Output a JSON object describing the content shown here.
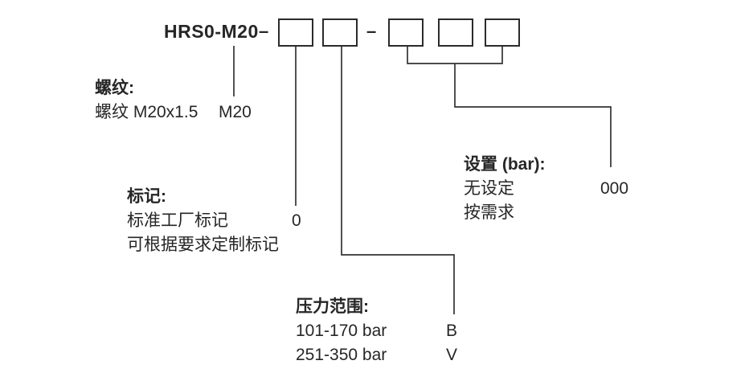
{
  "diagram": {
    "code": "HRS0-M20",
    "separator": "–"
  },
  "sections": {
    "thread": {
      "label": "螺纹:",
      "rows": [
        {
          "text": "螺纹 M20x1.5",
          "value": "M20"
        }
      ]
    },
    "marking": {
      "label": "标记:",
      "rows": [
        {
          "text": "标准工厂标记",
          "value": "0"
        },
        {
          "text": "可根据要求定制标记"
        }
      ]
    },
    "setting": {
      "label": "设置 (bar):",
      "rows": [
        {
          "text": "无设定",
          "value": "000"
        },
        {
          "text": "按需求"
        }
      ]
    },
    "pressure_range": {
      "label": "压力范围:",
      "rows": [
        {
          "text": "101-170 bar",
          "value": "B"
        },
        {
          "text": "251-350 bar",
          "value": "V"
        }
      ]
    }
  },
  "colors": {
    "text": "#262626",
    "line": "#333333",
    "background": "#ffffff"
  }
}
